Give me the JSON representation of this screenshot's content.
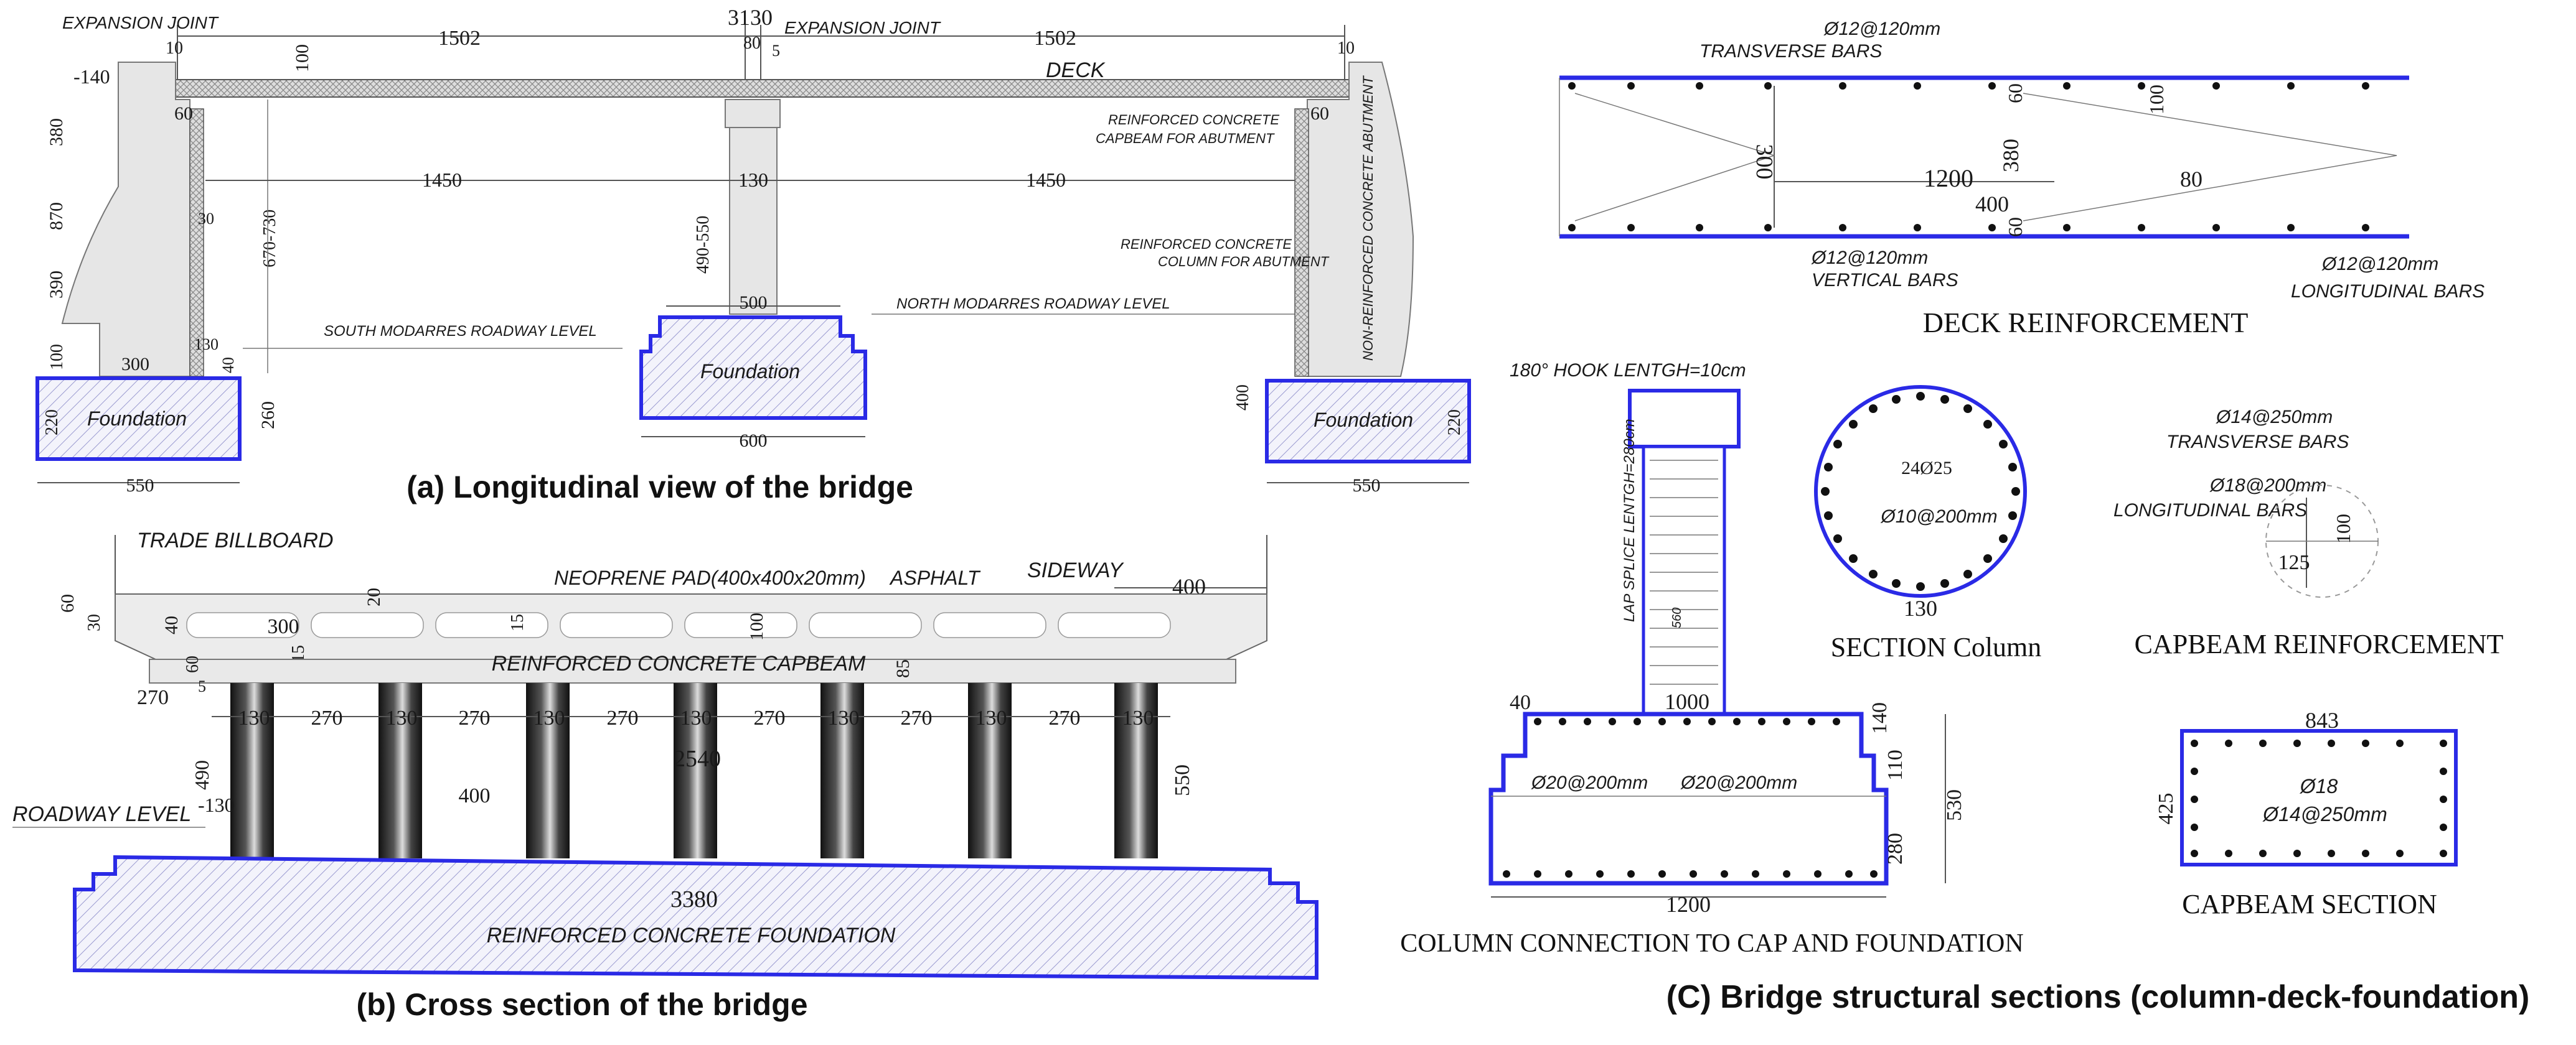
{
  "panel_a": {
    "caption": "(a) Longitudinal view of the bridge",
    "labels": {
      "expansion_joint_left": "EXPANSION JOINT",
      "expansion_joint_mid": "EXPANSION JOINT",
      "deck": "DECK",
      "capbeam_abutment_1": "REINFORCED CONCRETE",
      "capbeam_abutment_2": "CAPBEAM FOR ABUTMENT",
      "column_abutment_1": "REINFORCED CONCRETE",
      "column_abutment_2": "COLUMN FOR ABUTMENT",
      "nonreinforced_abutment": "NON-REINFORCED CONCRETE ABUTMENT",
      "south_level": "SOUTH MODARRES ROADWAY LEVEL",
      "north_level": "NORTH MODARRES ROADWAY LEVEL",
      "foundation_left": "Foundation",
      "foundation_mid": "Foundation",
      "foundation_right": "Foundation"
    },
    "dims": {
      "total": "3130",
      "span_left": "1502",
      "span_right": "1502",
      "inner_left": "1450",
      "inner_right": "1450",
      "gap_left": "10",
      "gap_mid": "80",
      "gap_right": "10",
      "joint": "5",
      "deck_depth": "100",
      "d140": "-140",
      "d60_left": "60",
      "d60_right": "60",
      "pier_width": "130",
      "d380": "380",
      "d870": "870",
      "d390": "390",
      "d100": "100",
      "d220_left": "220",
      "d220_right": "220",
      "d300": "300",
      "d30": "30",
      "d130": "130",
      "d40": "40",
      "d670": "670-730",
      "d490": "490-550",
      "d260": "260",
      "d400": "400",
      "d500": "500",
      "d600": "600",
      "d550_left": "550",
      "d550_right": "550"
    }
  },
  "panel_b": {
    "caption": "(b) Cross section of the bridge",
    "labels": {
      "billboard": "TRADE BILLBOARD",
      "neoprene": "NEOPRENE PAD(400x400x20mm)",
      "asphalt": "ASPHALT",
      "sideway": "SIDEWAY",
      "capbeam": "REINFORCED CONCRETE CAPBEAM",
      "roadway": "ROADWAY LEVEL",
      "foundation": "REINFORCED CONCRETE FOUNDATION"
    },
    "dims": {
      "d400_side": "400",
      "d60": "60",
      "d30": "30",
      "d40": "40",
      "d300": "300",
      "d20": "20",
      "d15a": "15",
      "d15b": "15",
      "d100": "100",
      "d85": "85",
      "d60b": "60",
      "d5": "5",
      "d270_left": "270",
      "col_widths": [
        "130",
        "130",
        "130",
        "130",
        "130",
        "130",
        "130"
      ],
      "spacings": [
        "270",
        "270",
        "270",
        "270",
        "270",
        "270"
      ],
      "d2540": "2540",
      "d400_mid": "400",
      "d490": "490",
      "d130_low": "-130",
      "d550": "550",
      "d3380": "3380"
    }
  },
  "panel_c": {
    "caption": "(C) Bridge structural sections (column-deck-foundation)",
    "deck": {
      "title": "DECK REINFORCEMENT",
      "transverse_1": "Ø12@120mm",
      "transverse_2": "TRANSVERSE BARS",
      "vertical_1": "Ø12@120mm",
      "vertical_2": "VERTICAL BARS",
      "longitudinal_1": "Ø12@120mm",
      "longitudinal_2": "LONGITUDINAL BARS",
      "d300": "300",
      "d1200": "1200",
      "d380": "380",
      "d400": "400",
      "d60_top": "60",
      "d60_bot": "60",
      "d100": "100",
      "d80": "80"
    },
    "column_conn": {
      "title": "COLUMN CONNECTION TO CAP AND FOUNDATION",
      "hook": "180° HOOK LENTGH=10cm",
      "lap": "LAP SPLICE LENTGH=280cm",
      "d560": "560",
      "d1000": "1000",
      "d40": "40",
      "d140": "140",
      "d110": "110",
      "d530": "530",
      "d280": "280",
      "d1200": "1200",
      "bars_left": "Ø20@200mm",
      "bars_right": "Ø20@200mm"
    },
    "section_column": {
      "title": "SECTION Column",
      "long_bars": "24Ø25",
      "ties": "Ø10@200mm",
      "d130": "130"
    },
    "capbeam_reinf": {
      "title": "CAPBEAM REINFORCEMENT",
      "trans_1": "Ø14@250mm",
      "trans_2": "TRANSVERSE BARS",
      "long_1": "Ø18@200mm",
      "long_2": "LONGITUDINAL BARS",
      "d100": "100",
      "d125": "125"
    },
    "capbeam_section": {
      "title": "CAPBEAM SECTION",
      "d843": "843",
      "d425": "425",
      "bars": "Ø18",
      "ties": "Ø14@250mm"
    }
  }
}
